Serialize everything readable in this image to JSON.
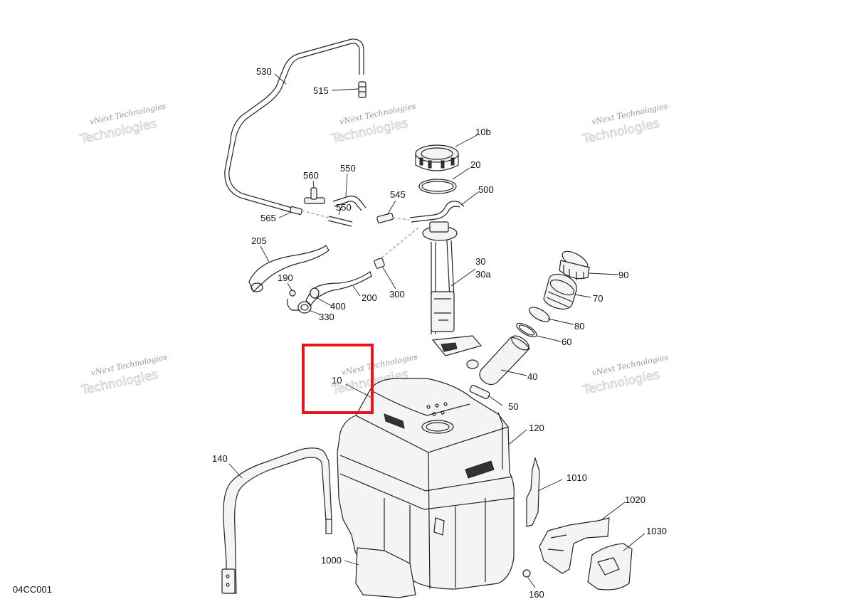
{
  "document_id": "04CC001",
  "watermark": {
    "line1": "vNext Technologies",
    "line2": "Technologies"
  },
  "highlighted_part": "10",
  "callouts": {
    "p530": "530",
    "p515": "515",
    "p10b": "10b",
    "p20": "20",
    "p500": "500",
    "p560": "560",
    "p550a": "550",
    "p550b": "550",
    "p545": "545",
    "p565": "565",
    "p205": "205",
    "p190": "190",
    "p400": "400",
    "p330": "330",
    "p200": "200",
    "p300": "300",
    "p30": "30",
    "p30a": "30a",
    "p90": "90",
    "p70": "70",
    "p80": "80",
    "p60": "60",
    "p40": "40",
    "p10": "10",
    "p50": "50",
    "p120": "120",
    "p140": "140",
    "p1010": "1010",
    "p1020": "1020",
    "p1030": "1030",
    "p1000": "1000",
    "p160": "160"
  }
}
